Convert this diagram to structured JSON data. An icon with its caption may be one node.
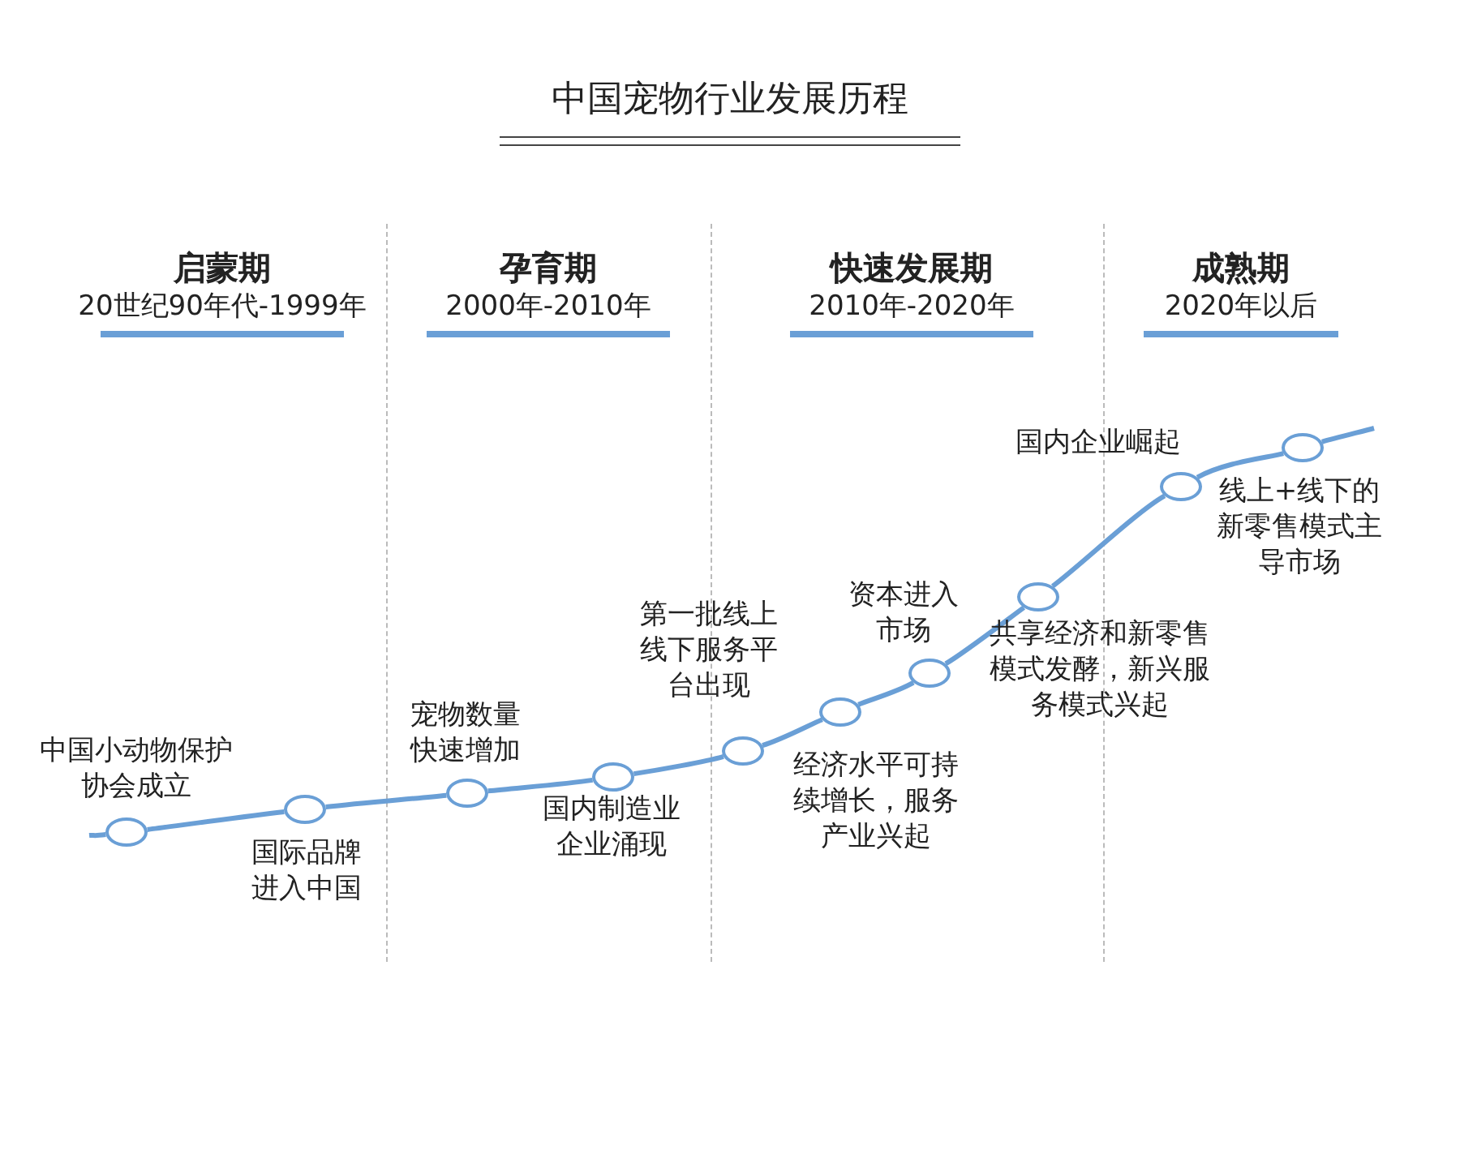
{
  "diagram": {
    "title": "中国宠物行业发展历程",
    "nodes": [
      {
        "text": [
          "启蒙期",
          "20世纪90年代-1999年"
        ]
      },
      {
        "text": [
          "孕育期",
          "2000年-2010年"
        ]
      },
      {
        "text": [
          "快速发展期",
          "2010年-2020年"
        ]
      },
      {
        "text": [
          "成熟期",
          "2020年以后"
        ]
      },
      {
        "text": [],
        "shape": "circle",
        "beside": [
          "中国小动物保护协会成立"
        ]
      },
      {
        "text": [],
        "shape": "circle",
        "beside": [
          "国际品牌进入中国"
        ]
      },
      {
        "text": [],
        "shape": "circle",
        "beside": [
          "宠物数量快速增加"
        ]
      },
      {
        "text": [],
        "shape": "circle",
        "beside": [
          "国内制造业企业涌现"
        ]
      },
      {
        "text": [],
        "shape": "circle",
        "beside": [
          "第一批线上线下服务平台出现"
        ]
      },
      {
        "text": [],
        "shape": "circle",
        "beside": [
          "经济水平可持续增长，服务产业兴起"
        ]
      },
      {
        "text": [],
        "shape": "circle",
        "beside": [
          "资本进入市场"
        ]
      },
      {
        "text": [],
        "shape": "circle",
        "beside": [
          "共享经济和新零售模式发酵，新兴服务模式兴起"
        ]
      },
      {
        "text": [],
        "shape": "circle",
        "beside": [
          "国内企业崛起"
        ]
      },
      {
        "text": [],
        "shape": "circle",
        "beside": [
          "线上+线下的新零售模式主导市场"
        ]
      }
    ],
    "edges": [
      {
        "from": null,
        "to": 4,
        "arrow": "none"
      },
      {
        "from": 4,
        "to": 5,
        "arrow": "none"
      },
      {
        "from": 5,
        "to": 6,
        "arrow": "none"
      },
      {
        "from": 6,
        "to": 7,
        "arrow": "none"
      },
      {
        "from": 7,
        "to": 8,
        "arrow": "none"
      },
      {
        "from": 8,
        "to": 9,
        "arrow": "none"
      },
      {
        "from": 9,
        "to": 10,
        "arrow": "none"
      },
      {
        "from": 10,
        "to": 11,
        "arrow": "none"
      },
      {
        "from": 11,
        "to": 12,
        "arrow": "none"
      },
      {
        "from": 12,
        "to": 13,
        "arrow": "none"
      },
      {
        "from": 13,
        "to": null,
        "arrow": "none"
      }
    ]
  }
}
